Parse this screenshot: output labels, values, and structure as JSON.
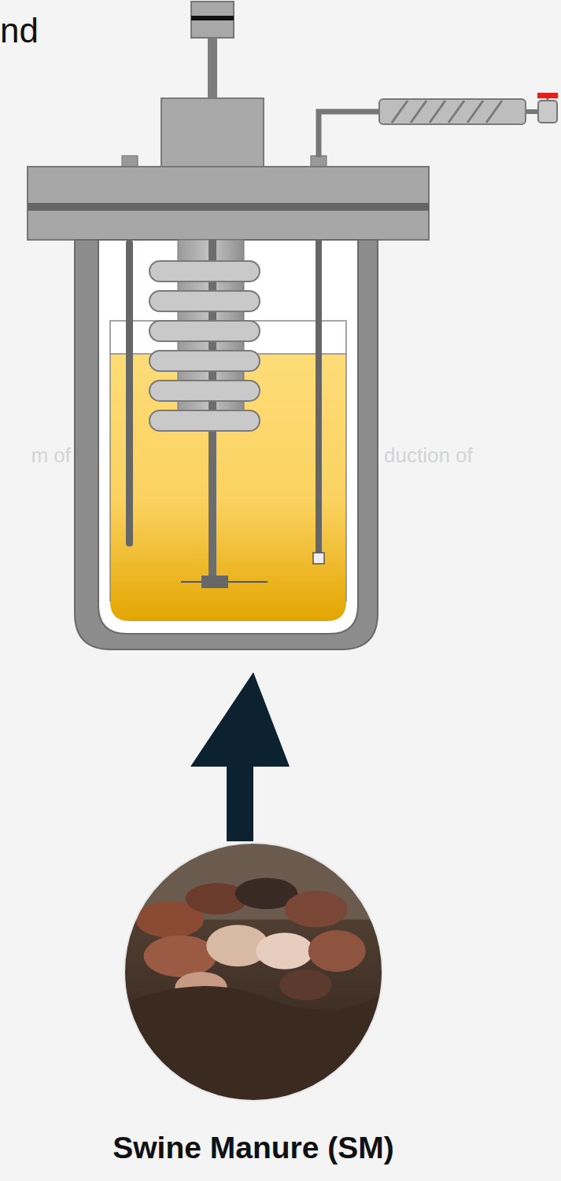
{
  "diagram": {
    "nodes": [
      {
        "text": [
          "Swine Manure (SM)"
        ]
      }
    ],
    "labels": [
      "nd",
      "m of",
      "duction of"
    ]
  }
}
